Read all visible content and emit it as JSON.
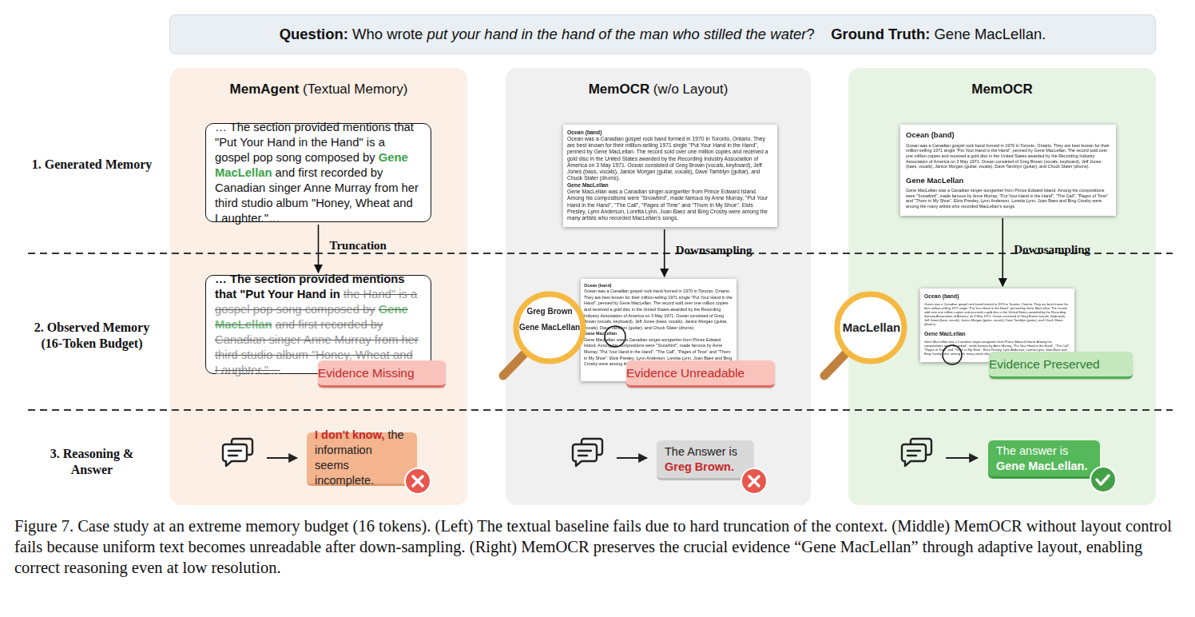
{
  "diagram": {
    "nodes": [
      {
        "text": [
          "Question:",
          "Who wrote",
          "put your hand in the hand of the man who stilled the water",
          "?",
          "Ground Truth:",
          "Gene MacLellan."
        ]
      },
      {
        "text": [
          "MemAgent",
          "(Textual Memory)"
        ]
      },
      {
        "text": [
          "… The section provided mentions that \"Put Your Hand in the Hand\" is a gospel pop song composed by",
          "Gene MacLellan",
          "and first recorded by Canadian singer Anne Murray from her third studio album \"Honey, Wheat and Laughter.\"…"
        ],
        "in": 1
      },
      {
        "text": [
          "… The section provided mentions that \"Put Your Hand in",
          "the Hand\" is a gospel pop song composed by",
          "Gene MacLellan",
          "and first recorded by Canadian singer Anne Murray from her third studio album \"Honey, Wheat and Laughter.\"…"
        ],
        "in": 1
      },
      {
        "text": [
          "Evidence Missing"
        ],
        "in": 1
      },
      {
        "text": [
          "I don't know,",
          "the information seems incomplete."
        ],
        "in": 1
      },
      {
        "text": [
          "MemOCR",
          "(w/o Layout)"
        ]
      },
      {
        "text": [
          "Ocean (band)",
          "Ocean was a Canadian gospel rock band formed in 1970 in Toronto, Ontario. They are best known for their million-selling 1971 single \"Put Your Hand in the Hand\", penned by Gene MacLellan. The record sold over one million copies and received a gold disc in the United States awarded by the Recording Industry Association of America on 3 May 1971. Ocean consisted of Greg Brown (vocals, keyboard), Jeff Jones (bass, vocals), Janice Morgan (guitar, vocals), Dave Tamblyn (guitar), and Chuck Slater (drums).",
          "Gene MacLellan",
          "Gene MacLellan was a Canadian singer-songwriter from Prince Edward Island. Among his compositions were \"Snowbird\", made famous by Anne Murray, \"Put Your Hand in the Hand\", \"The Call\", \"Pages of Time\" and \"Thorn in My Shoe\". Elvis Presley, Lynn Anderson, Loretta Lynn, Joan Baez and Bing Crosby were among the many artists who recorded MacLellan's songs."
        ],
        "in": 6
      },
      {
        "text": [
          "Ocean (band)",
          "Ocean was a Canadian gospel rock band formed in 1970 in Toronto, Ontario. They are best known for their million-selling 1971 single \"Put Your Hand in the Hand\", penned by Gene MacLellan. The record sold over one million copies and received a gold disc in the United States awarded by the Recording Industry Association of America on 3 May 1971. Ocean consisted of Greg Brown (vocals, keyboard), Jeff Jones (bass, vocals), Janice Morgan (guitar, vocals), Dave Tamblyn (guitar), and Chuck Slater (drums).",
          "Gene MacLellan",
          "Gene MacLellan was a Canadian singer-songwriter from Prince Edward Island. Among his compositions were \"Snowbird\", made famous by Anne Murray, \"Put Your Hand in the Hand\", \"The Call\", \"Pages of Time\" and \"Thorn in My Shoe\". Elvis Presley, Lynn Anderson, Loretta Lynn, Joan Baez and Bing Crosby were among the many artists who recorded MacLellan's songs."
        ],
        "in": 6
      },
      {
        "text": [
          "Evidence Unreadable"
        ],
        "in": 6
      },
      {
        "text": [
          "The Answer is",
          "Greg Brown."
        ],
        "in": 6
      },
      {
        "text": [
          "MemOCR"
        ]
      },
      {
        "text": [
          "Ocean (band)",
          "Ocean was a Canadian gospel rock band formed in 1970 in Toronto, Ontario. They are best known for their million-selling 1971 single \"Put Your Hand in the Hand\", penned by Gene MacLellan. The record sold over one million copies and received a gold disc in the United States awarded by the Recording Industry Association of America on 3 May 1971. Ocean consisted of Greg Brown (vocals, keyboard), Jeff Jones (bass, vocals), Janice Morgan (guitar, vocals), Dave Tamblyn (guitar), and Chuck Slater (drums).",
          "Gene MacLellan",
          "Gene MacLellan was a Canadian singer-songwriter from Prince Edward Island. Among his compositions were \"Snowbird\", made famous by Anne Murray, \"Put Your Hand in the Hand\", \"The Call\", \"Pages of Time\" and \"Thorn in My Shoe\". Elvis Presley, Lynn Anderson, Loretta Lynn, Joan Baez and Bing Crosby were among the many artists who recorded MacLellan's songs."
        ],
        "in": 11
      },
      {
        "text": [
          "Ocean (band)",
          "Ocean was a Canadian gospel rock band formed in 1970 in Toronto, Ontario. They are best known for their million-selling 1971 single \"Put Your Hand in the Hand\", penned by Gene MacLellan. The record sold over one million copies and received a gold disc in the United States awarded by the Recording Industry Association of America on 3 May 1971. Ocean consisted of Greg Brown (vocals, keyboard), Jeff Jones (bass, vocals), Janice Morgan (guitar, vocals), Dave Tamblyn (guitar), and Chuck Slater (drums).",
          "Gene MacLellan",
          "Gene MacLellan was a Canadian singer-songwriter from Prince Edward Island. Among his compositions were \"Snowbird\", made famous by Anne Murray, \"Put Your Hand in the Hand\", \"The Call\", \"Pages of Time\" and \"Thorn in My Shoe\". Elvis Presley, Lynn Anderson, Loretta Lynn, Joan Baez and Bing Crosby were among the many artists who recorded MacLellan's songs."
        ],
        "in": 11
      },
      {
        "text": [
          "Evidence Preserved"
        ],
        "in": 11
      },
      {
        "text": [
          "The answer is",
          "Gene MacLellan."
        ],
        "in": 11
      }
    ],
    "edges": [
      {
        "from": 2,
        "to": 3,
        "arrow": "to",
        "label": "Truncation"
      },
      {
        "from": 7,
        "to": 8,
        "arrow": "to",
        "label": "Downsampling"
      },
      {
        "from": 12,
        "to": 13,
        "arrow": "to",
        "label": "Downsampling"
      }
    ],
    "labels": [
      "1. Generated Memory",
      "2. Observed Memory (16-Token Budget)",
      "3. Reasoning & Answer",
      "Greg Brown",
      "Gene MacLellan",
      "MacLellan"
    ],
    "caption": "Figure 7. Case study at an extreme memory budget (16 tokens). (Left) The textual baseline fails due to hard truncation of the context. (Middle) MemOCR without layout control fails because uniform text becomes unreadable after down-sampling. (Right) MemOCR preserves the crucial evidence “Gene MacLellan” through adaptive layout, enabling correct reasoning even at low resolution."
  }
}
